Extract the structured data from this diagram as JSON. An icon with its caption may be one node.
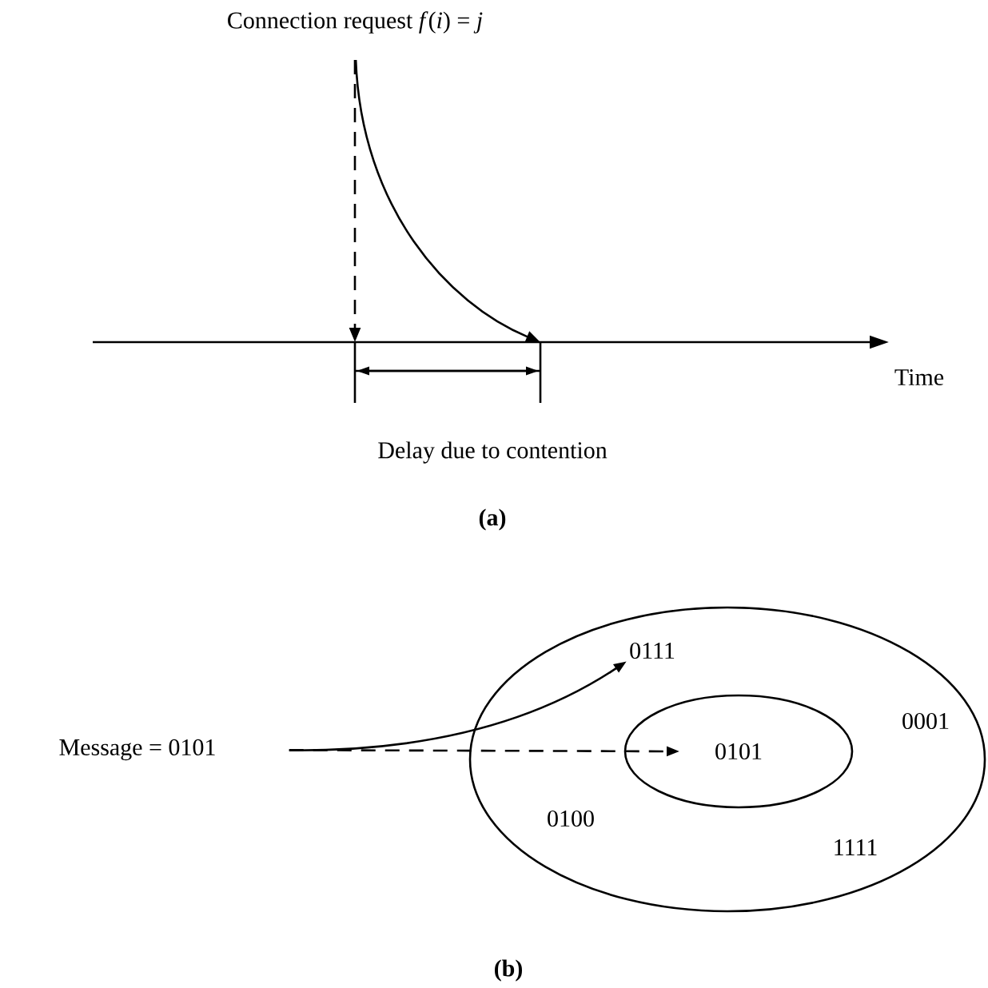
{
  "diagram": {
    "nodes": [
      {
        "text": [
          "Connection request *f*(*i*) = *j*"
        ]
      },
      {
        "text": [
          "Message = 0101"
        ]
      },
      {
        "text": [
          "0001",
          "0100",
          "1111"
        ]
      },
      {
        "text": [
          "0111"
        ],
        "in": 2
      },
      {
        "text": [
          "0101"
        ],
        "in": 2
      }
    ],
    "edges": [
      {
        "from": 0,
        "to": null,
        "arrow": "to",
        "style": "dashed"
      },
      {
        "from": 0,
        "to": null,
        "arrow": "to"
      },
      {
        "from": 1,
        "to": 3,
        "arrow": "to"
      },
      {
        "from": 1,
        "to": 4,
        "arrow": "to",
        "style": "dashed"
      }
    ],
    "labels": [
      "Time",
      "Delay due to contention",
      "(a)",
      "(b)"
    ]
  }
}
